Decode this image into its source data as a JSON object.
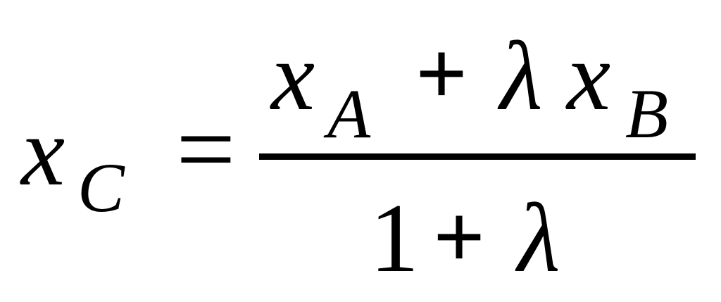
{
  "formula": {
    "lhs": {
      "symbol": "x",
      "subscript": "C"
    },
    "equals": "=",
    "numerator": {
      "term1": {
        "symbol": "x",
        "subscript": "A"
      },
      "operator": "+",
      "coefficient": "λ",
      "term2": {
        "symbol": "x",
        "subscript": "B"
      }
    },
    "denominator": {
      "one": "1",
      "operator": "+",
      "lambda": "λ"
    },
    "colors": {
      "ink": "#000000",
      "background": "#ffffff"
    }
  }
}
